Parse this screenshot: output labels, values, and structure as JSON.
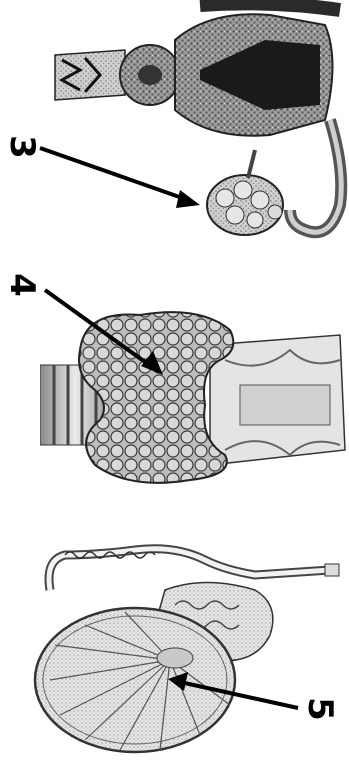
{
  "figure": {
    "labels": [
      {
        "id": "label-3",
        "text": "3"
      },
      {
        "id": "label-4",
        "text": "4"
      },
      {
        "id": "label-5",
        "text": "5"
      }
    ]
  }
}
